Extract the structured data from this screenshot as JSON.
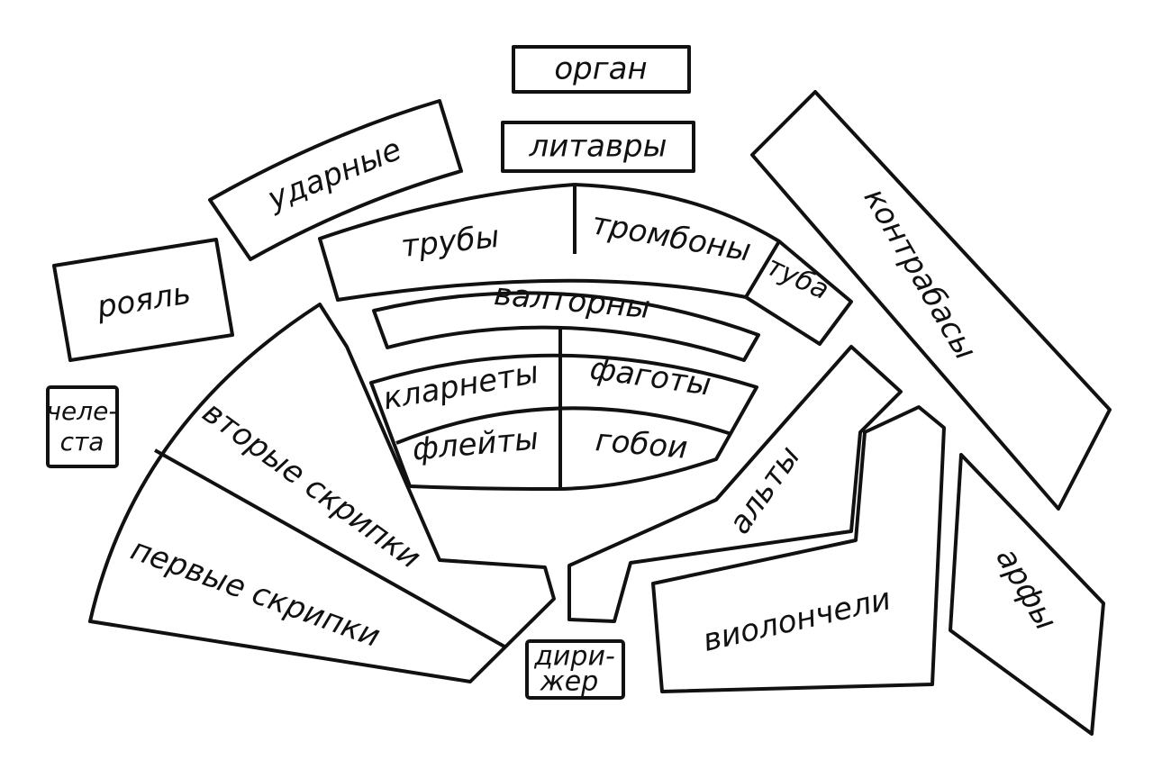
{
  "sections": {
    "organ": "орган",
    "timpani": "литавры",
    "percussion": "ударные",
    "piano": "рояль",
    "celesta_1": "челе-",
    "celesta_2": "ста",
    "trumpets": "трубы",
    "trombones": "тромбоны",
    "tuba": "туба",
    "horns": "валторны",
    "clarinets": "кларнеты",
    "bassoons": "фаготы",
    "flutes": "флейты",
    "oboes": "гобои",
    "second_violins": "вторые скрипки",
    "first_violins": "первые скрипки",
    "violas": "альты",
    "cellos": "виолончели",
    "double_basses": "контрабасы",
    "harps": "арфы",
    "conductor_1": "дири-",
    "conductor_2": "жер"
  }
}
